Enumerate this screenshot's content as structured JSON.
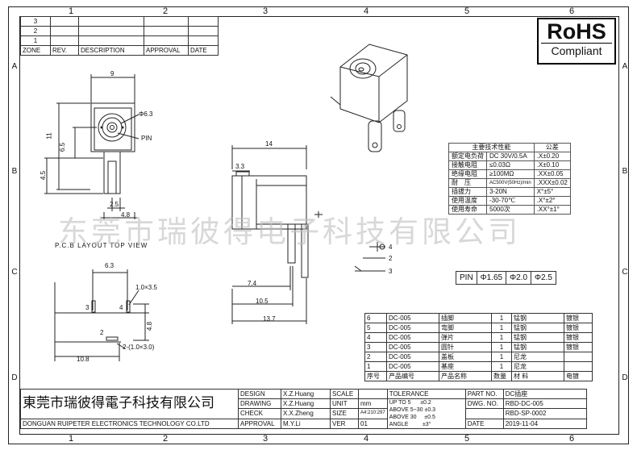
{
  "frame": {
    "columns": [
      "1",
      "2",
      "3",
      "4",
      "5",
      "6"
    ],
    "rows": [
      "A",
      "B",
      "C",
      "D"
    ]
  },
  "revision": {
    "marks": [
      "3",
      "2",
      "1"
    ],
    "headers": [
      "ZONE",
      "REV.",
      "DESCRIPTION",
      "APPROVAL",
      "DATE"
    ]
  },
  "rohs": {
    "line1": "RoHS",
    "line2": "Compliant"
  },
  "watermark": "东莞市瑞彼得电子科技有限公司",
  "dims": {
    "width_9": "9",
    "dia": "Φ6.3",
    "pin_label": "PIN",
    "h11": "11",
    "h65": "6.5",
    "h45": "4.5",
    "d25": "2.5",
    "d48": "4.8",
    "len14": "14",
    "d33": "3.3",
    "d74": "7.4",
    "d105": "10.5",
    "d137": "13.7",
    "pcb_title": "P.C.B LAYOUT  TOP  VIEW",
    "pcb63": "6.3",
    "pcb_slot1": "1.0×3.5",
    "pcb48": "4.8",
    "pcb108": "10.8",
    "pcb_slot2": "2-(1.0×3.0)",
    "pin4": "4",
    "pin2": "2",
    "pin3": "3",
    "pcb_pin3": "3",
    "pcb_pin4": "4",
    "pcb_pin2": "2"
  },
  "spec": {
    "title": "主要技术性能",
    "tol_title": "公差",
    "rows": [
      {
        "k": "额定电负荷",
        "v": "DC 30V/0.5A",
        "t": ".X±0.20"
      },
      {
        "k": "接触电阻",
        "v": "≤0.03Ω",
        "t": ".X±0.10"
      },
      {
        "k": "绝缘电阻",
        "v": "≥100MΩ",
        "t": ".XX±0.05"
      },
      {
        "k": "耐　压",
        "v": "AC500V(50Hz)/min",
        "t": ".XXX±0.02"
      },
      {
        "k": "插拔力",
        "v": "3-20N",
        "t": "X°±5°"
      },
      {
        "k": "使用温度",
        "v": "-30-70℃",
        "t": ".X°±2°"
      },
      {
        "k": "使用寿命",
        "v": "5000次",
        "t": ".XX°±1°"
      }
    ]
  },
  "pin_table": {
    "label": "PIN",
    "a": "Φ1.65",
    "b": "Φ2.0",
    "c": "Φ2.5"
  },
  "bom": {
    "rows": [
      {
        "no": "6",
        "code": "DC-005",
        "name": "插脚",
        "qty": "1",
        "mat": "锰钢",
        "plate": "镀银"
      },
      {
        "no": "5",
        "code": "DC-005",
        "name": "弯脚",
        "qty": "1",
        "mat": "锰钢",
        "plate": "镀银"
      },
      {
        "no": "4",
        "code": "DC-005",
        "name": "弹片",
        "qty": "1",
        "mat": "锰钢",
        "plate": "镀银"
      },
      {
        "no": "3",
        "code": "DC-005",
        "name": "圆针",
        "qty": "1",
        "mat": "锰钢",
        "plate": "镀银"
      },
      {
        "no": "2",
        "code": "DC-005",
        "name": "盖板",
        "qty": "1",
        "mat": "尼龙",
        "plate": ""
      },
      {
        "no": "1",
        "code": "DC-005",
        "name": "基座",
        "qty": "1",
        "mat": "尼龙",
        "plate": ""
      }
    ],
    "header": {
      "no": "序号",
      "code": "产品编号",
      "name": "产品名称",
      "qty": "数量",
      "mat": "材 料",
      "plate": "电镀"
    }
  },
  "title_block": {
    "company_cn": "東莞市瑞彼得電子科技有限公司",
    "company_en": "DONGUAN RUIPETER ELECTRONICS TECHNOLOGY CO.LTD",
    "design_label": "DESIGN",
    "design_name": "X.Z.Huang",
    "drawing_label": "DRAWING",
    "drawing_name": "X.Z.Huang",
    "check_label": "CHECK",
    "check_name": "X.X.Zheng",
    "approval_label": "APPROVAL",
    "approval_name": "M.Y.Li",
    "scale_label": "SCALE",
    "unit_label": "UNIT",
    "unit_val": "mm",
    "size_label": "SIZE",
    "size_val": "A4:210:297",
    "ver_label": "VER",
    "ver_val": "01",
    "tol_title": "TOLERANCE",
    "tol1": "UP TO 5      ±0.2",
    "tol2": "ABOVE 5~30 ±0.3",
    "tol3": "ABOVE 30     ±0.5",
    "tol4": "ANGLE         ±3°",
    "part_label": "PART NO.",
    "part_val": "DC插座",
    "dwg_label": "DWG. NO.",
    "dwg_val": "RBD-DC-005",
    "spno_val": "RBD-SP-0002",
    "date_label": "DATE",
    "date_val": "2019-11-04"
  }
}
